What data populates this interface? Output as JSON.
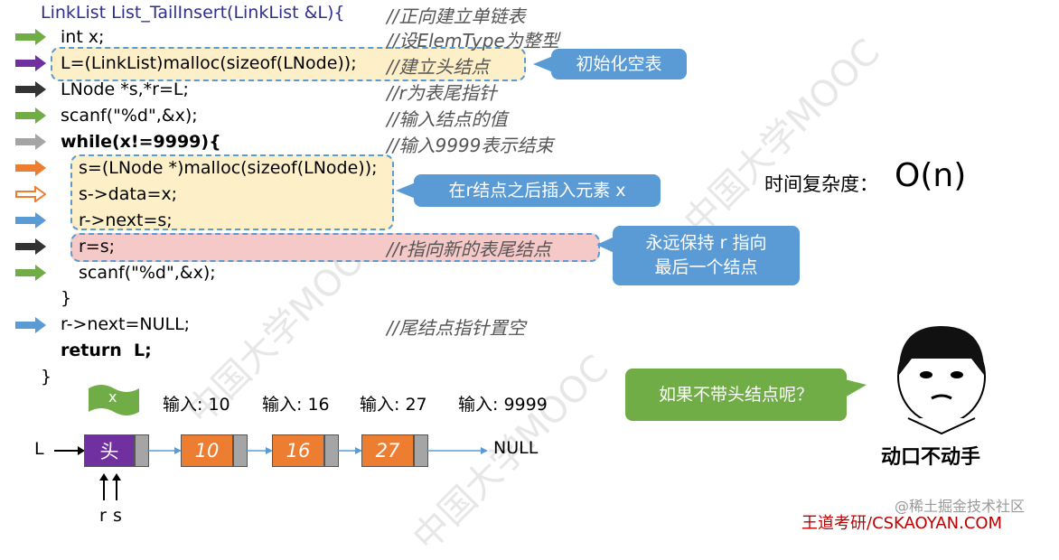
{
  "code": {
    "header": "LinkList List_TailInsert(LinkList &L){",
    "lines": [
      "int x;",
      "L=(LinkList)malloc(sizeof(LNode));",
      "LNode *s,*r=L;",
      "scanf(\"%d\",&x);",
      "while(x!=9999){",
      "s=(LNode *)malloc(sizeof(LNode));",
      "s->data=x;",
      "r->next=s;",
      "r=s;",
      "scanf(\"%d\",&x);",
      "}",
      "r->next=NULL;",
      "return  L;",
      "}"
    ],
    "comments": {
      "header": "//正向建立单链表",
      "int": "//设ElemType为整型",
      "malloc": "//建立头结点",
      "lnode": "//r为表尾指针",
      "scanf": "//输入结点的值",
      "while": "//输入9999表示结束",
      "rs": "//r指向新的表尾结点",
      "null": "//尾结点指针置空"
    }
  },
  "callouts": {
    "init": "初始化空表",
    "insert": "在r结点之后插入元素 x",
    "keep_line1": "永远保持 r 指向",
    "keep_line2": "最后一个结点",
    "nohead": "如果不带头结点呢？"
  },
  "complexity": {
    "label": "时间复杂度：",
    "value": "O(n)"
  },
  "diagram": {
    "flag": "x",
    "inputs": [
      "输入: 10",
      "输入: 16",
      "输入: 27",
      "输入: 9999"
    ],
    "L": "L",
    "head": "头",
    "nodes": [
      "10",
      "16",
      "27"
    ],
    "null": "NULL",
    "r": "r",
    "s": "s"
  },
  "meme_caption": "动口不动手",
  "watermarks": {
    "community": "@稀土掘金技术社区",
    "brand": "王道考研/CSKAOYAN.COM",
    "mooc": "中国大学MOOC"
  },
  "colors": {
    "green_arrow": "#70ad47",
    "purple_arrow": "#7030a0",
    "black_arrow": "#333333",
    "gray_arrow": "#a5a5a5",
    "orange_arrow": "#ed7d31",
    "blue_arrow": "#5b9bd5",
    "brand_red": "#c00000"
  }
}
